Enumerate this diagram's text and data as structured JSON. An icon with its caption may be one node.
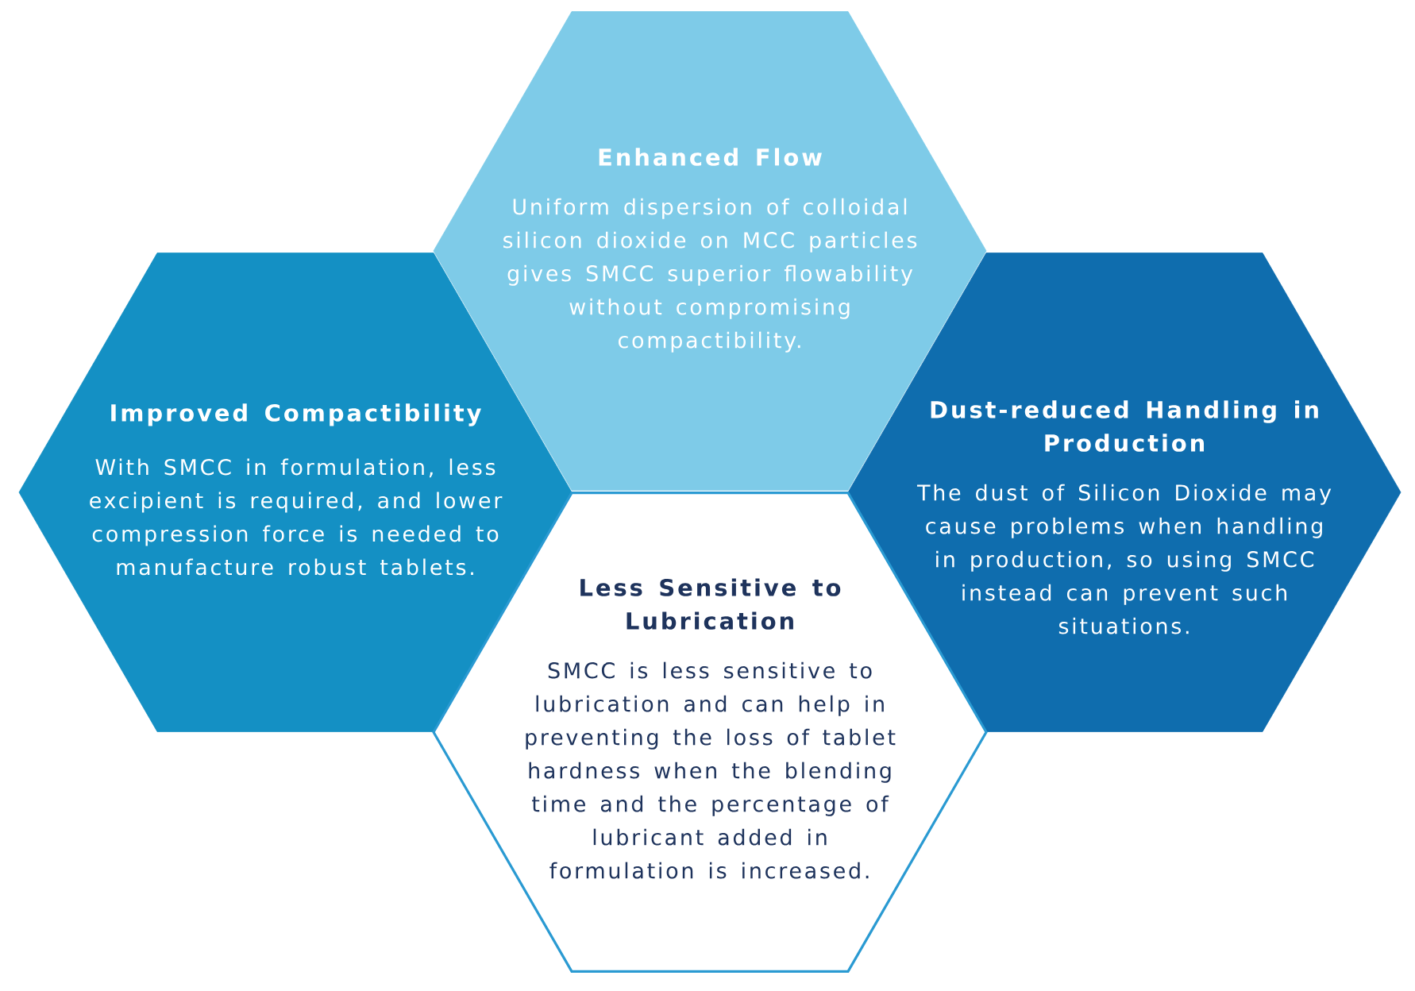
{
  "diagram": {
    "nodes": [
      {
        "text": [
          "Enhanced Flow",
          "Uniform dispersion of colloidal silicon dioxide on MCC particles gives SMCC superior flowability without compromising compactibility."
        ]
      },
      {
        "text": [
          "Improved Compactibility",
          "With SMCC in formulation, less excipient is required, and lower compression force is needed to manufacture robust tablets."
        ]
      },
      {
        "text": [
          "Dust-reduced Handling in Production",
          "The dust of Silicon Dioxide may cause problems when handling in production, so using SMCC instead can prevent such situations."
        ]
      },
      {
        "text": [
          "Less Sensitive to Lubrication",
          "SMCC is less sensitive to lubrication and can help in preventing the loss of tablet hardness when the blending time and the percentage of lubricant added in formulation is increased."
        ]
      }
    ]
  }
}
